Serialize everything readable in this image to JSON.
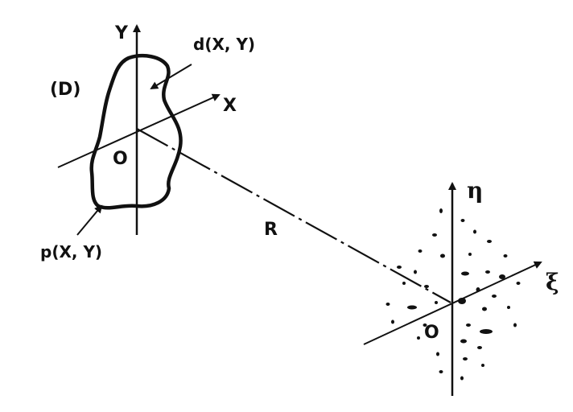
{
  "labels": {
    "y_axis": "Y",
    "x_axis": "X",
    "origin_object": "O",
    "domain": "(D)",
    "element": "d(X, Y)",
    "point": "p(X, Y)",
    "distance": "R",
    "eta_axis": "η",
    "xi_axis": "ξ",
    "origin_image": "O"
  },
  "colors": {
    "ink": "#111111",
    "background": "#ffffff"
  }
}
